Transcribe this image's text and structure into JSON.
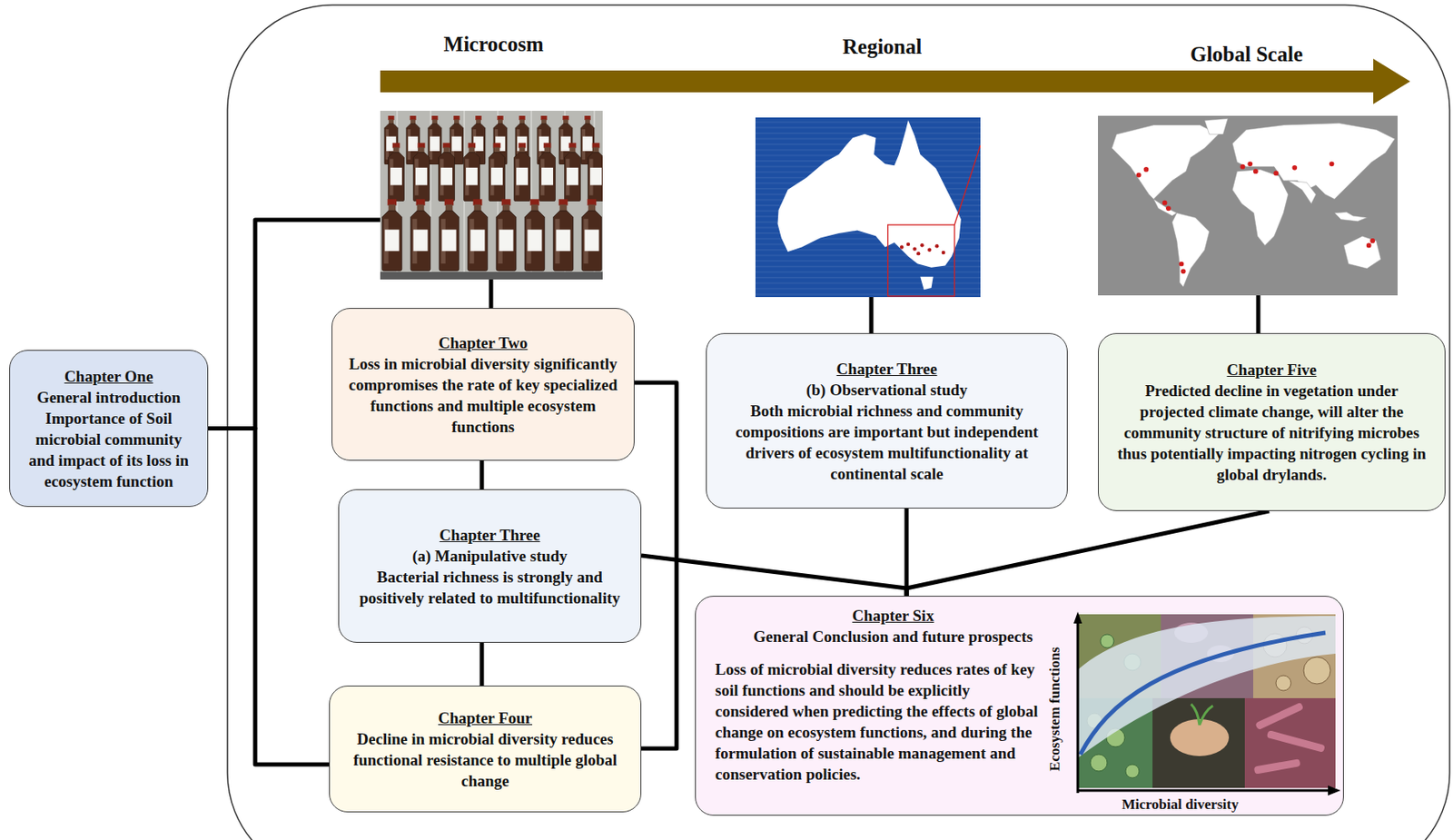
{
  "diagram": {
    "nodes": [
      {
        "text": [
          "Chapter One",
          "General introduction Importance of Soil microbial community and impact of its loss in ecosystem function"
        ]
      },
      {
        "text": [
          "Chapter Two",
          "Loss in microbial diversity significantly compromises the rate of key specialized functions and multiple ecosystem functions"
        ]
      },
      {
        "text": [
          "Chapter Three",
          "(a) Manipulative study",
          "Bacterial richness is strongly and positively related to multifunctionality"
        ]
      },
      {
        "text": [
          "Chapter Four",
          "Decline in microbial diversity reduces functional resistance to multiple global change"
        ]
      },
      {
        "text": [
          "Chapter Three",
          "(b) Observational study",
          "Both microbial richness and community compositions are important but independent drivers of ecosystem multifunctionality at continental scale"
        ]
      },
      {
        "text": [
          "Chapter Five",
          "Predicted decline in vegetation under projected climate change, will alter the community structure of nitrifying microbes thus potentially impacting nitrogen cycling in global drylands."
        ]
      },
      {
        "text": [
          "Chapter Six",
          "General Conclusion and future prospects",
          "Loss of microbial diversity reduces rates of key soil functions and should be explicitly considered when predicting the effects of global change on ecosystem functions, and during the formulation of sustainable management and conservation policies."
        ]
      }
    ],
    "edges": [
      {
        "from": 0,
        "to": 1,
        "arrow": "none"
      },
      {
        "from": 0,
        "to": 3,
        "arrow": "none"
      },
      {
        "from": 1,
        "to": 2,
        "arrow": "none"
      },
      {
        "from": 2,
        "to": 3,
        "arrow": "none"
      },
      {
        "from": 1,
        "to": 3,
        "arrow": "none"
      },
      {
        "from": 2,
        "to": 6,
        "arrow": "none"
      },
      {
        "from": 4,
        "to": 6,
        "arrow": "none"
      },
      {
        "from": 5,
        "to": 6,
        "arrow": "none"
      }
    ],
    "labels": [
      "Microcosm",
      "Regional",
      "Global Scale",
      "Ecosystem functions",
      "Microbial diversity"
    ]
  }
}
